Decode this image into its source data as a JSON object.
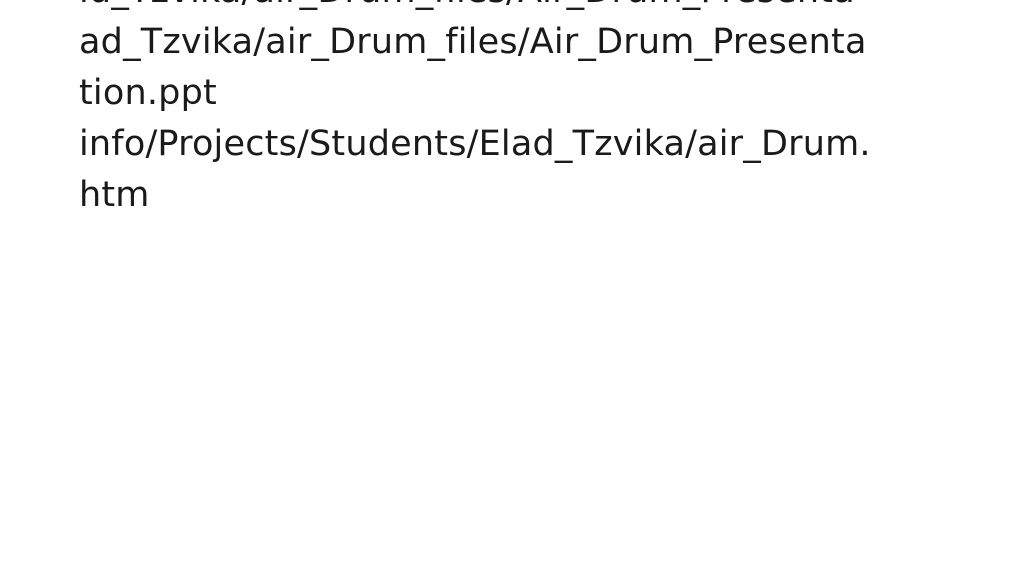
{
  "slide": {
    "lines": [
      "id_Tzvika/air_Drum_files/Air_Drum_Presenta",
      "ad_Tzvika/air_Drum_files/Air_Drum_Presenta",
      "tion.ppt",
      "info/Projects/Students/Elad_Tzvika/air_Drum.",
      "htm"
    ]
  }
}
